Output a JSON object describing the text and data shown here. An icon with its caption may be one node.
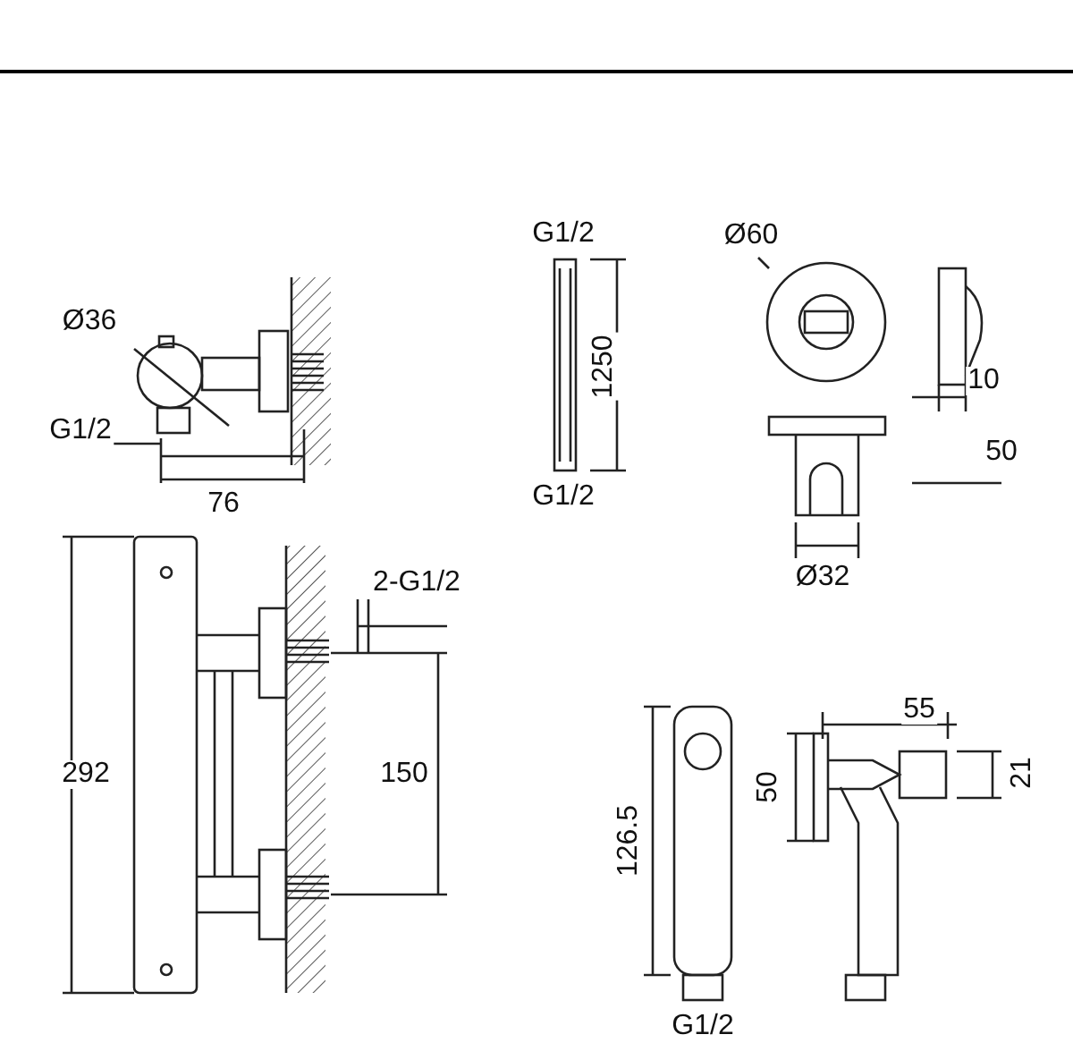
{
  "diagram": {
    "labels": [
      "Ø36",
      "G1/2",
      "76",
      "G1/2",
      "1250",
      "G1/2",
      "Ø60",
      "10",
      "50",
      "Ø32",
      "292",
      "2-G1/2",
      "150",
      "55",
      "50",
      "21",
      "126.5",
      "G1/2"
    ]
  }
}
